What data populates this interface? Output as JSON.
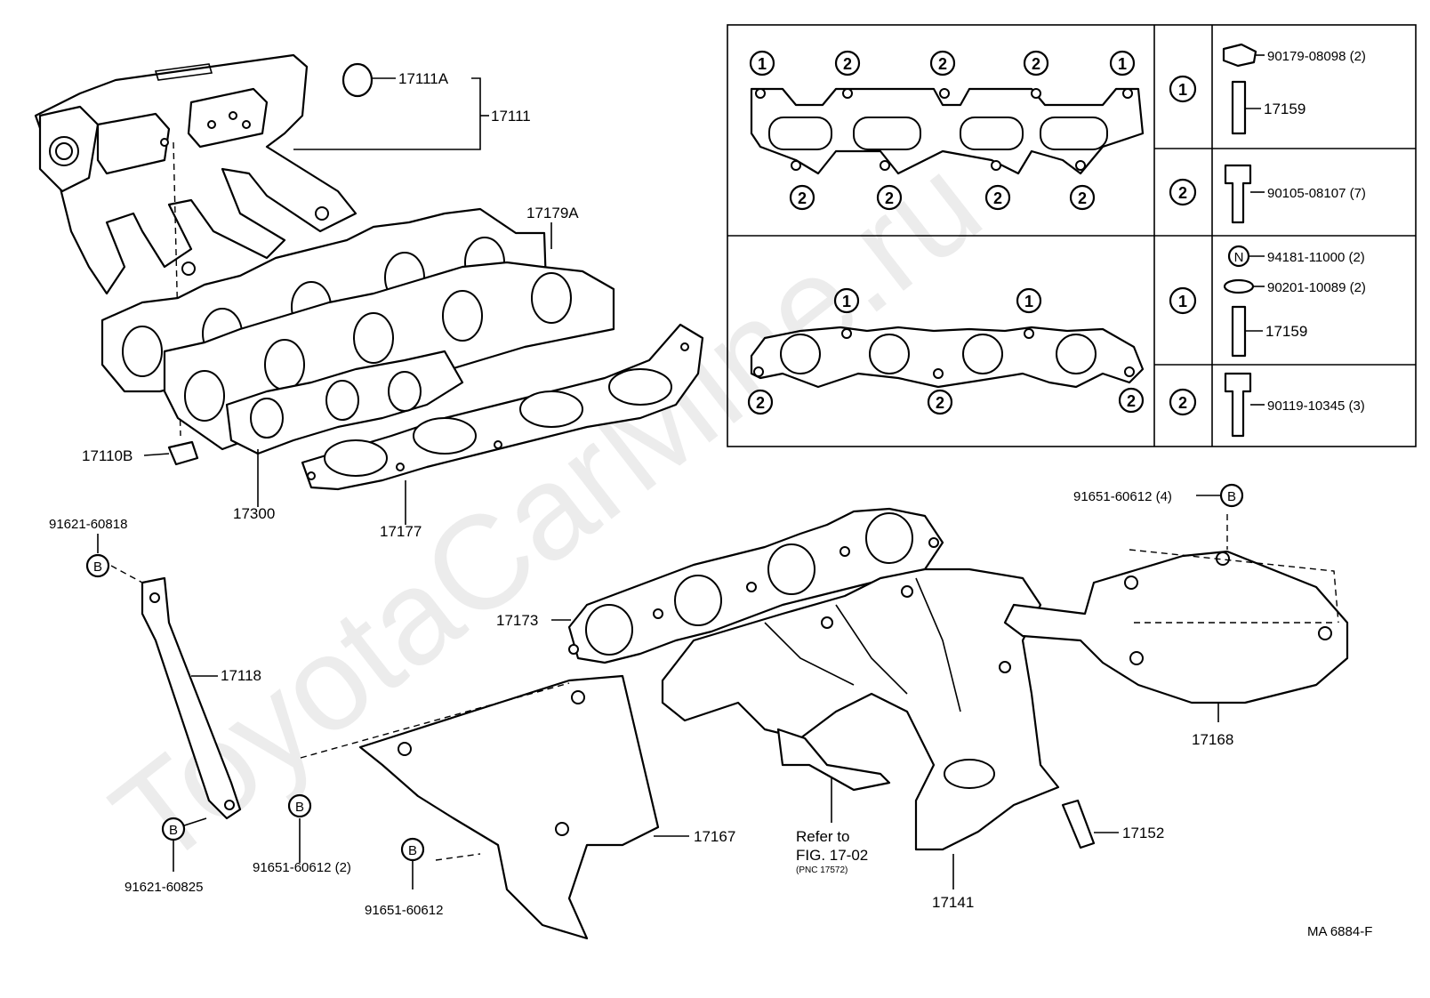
{
  "watermark": "ToyotaCarMine.ru",
  "footer_code": "MA 6884-F",
  "parts": {
    "p17111A": "17111A",
    "p17111": "17111",
    "p17179A": "17179A",
    "p17110B": "17110B",
    "p17300": "17300",
    "p17177": "17177",
    "p17118": "17118",
    "p17173": "17173",
    "p17167": "17167",
    "p17168": "17168",
    "p17152": "17152",
    "p17141": "17141"
  },
  "fasteners": {
    "f91621_60818": "91621-60818",
    "f91621_60825": "91621-60825",
    "f91651_60612_2": "91651-60612 (2)",
    "f91651_60612": "91651-60612",
    "f91651_60612_4": "91651-60612 (4)"
  },
  "marker_b": "B",
  "refer": {
    "line1": "Refer to",
    "line2": "FIG. 17-02",
    "line3": "(PNC 17572)"
  },
  "legend": {
    "mark1": "1",
    "mark2": "2",
    "upper": {
      "r1": [
        {
          "part": "90179-08098 (2)"
        },
        {
          "part": "17159"
        }
      ],
      "r2": [
        {
          "part": "90105-08107 (7)"
        }
      ]
    },
    "lower": {
      "r1": [
        {
          "part": "94181-11000 (2)",
          "marker": "N"
        },
        {
          "part": "90201-10089 (2)"
        },
        {
          "part": "17159"
        }
      ],
      "r2": [
        {
          "part": "90119-10345 (3)"
        }
      ]
    }
  }
}
